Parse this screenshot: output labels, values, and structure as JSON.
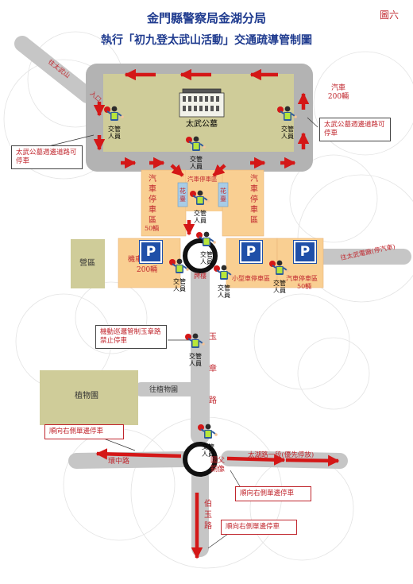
{
  "header": {
    "title_line1": "金門縣警察局金湖分局",
    "title_line2": "執行「初九登太武山活動」交通疏導管制圖",
    "figure_no": "圖六"
  },
  "places": {
    "to_taiwu": "往太武山",
    "entrance": "入口",
    "cemetery": "太武公墓",
    "camp": "營區",
    "botanic": "植物園",
    "to_botanic": "往植物園",
    "to_power_plant": "往太武電廠(停汽車)",
    "statue_line1": "國父",
    "statue_line2": "銅像",
    "arch": "牌樓",
    "huanzhong": "環中路",
    "taihu": "太湖路一段(優先停放)",
    "yuzhang": "玉章路",
    "boyu": "伯玉路",
    "flower_bed": "花臺"
  },
  "parking": {
    "car_top_right": "汽車200輛",
    "car_area_left": "汽車停車區",
    "car_area_left_count": "50輛",
    "car_area_center": "汽車停車區",
    "car_area_right": "汽車停車區",
    "moto_left": "機車停車區",
    "moto_left_count": "200輛",
    "small_car": "小型車停車區",
    "car_bottom_right": "汽車停車區",
    "car_bottom_right_count": "50輛",
    "p_symbol": "P"
  },
  "officer_label": "交管人員",
  "callouts": {
    "cemetery_left": "太武公墓週邊道路可停車",
    "cemetery_right": "太武公墓週邊道路可停車",
    "patrol": "機動巡邏管制玉章路禁止停車",
    "right_side_1": "順向右側單邊停車",
    "right_side_2": "順向右側單邊停車",
    "right_side_3": "順向右側單邊停車"
  },
  "colors": {
    "road": "#c6c6c6",
    "plaza": "#b3b3b3",
    "olive": "#cfcc99",
    "parking_orange": "#f9cf92",
    "arrow_red": "#d41717",
    "title_blue": "#1f3b8f",
    "text_red": "#c0262d",
    "p_blue": "#1f4fa8",
    "flower_blue": "#a8cce6"
  }
}
